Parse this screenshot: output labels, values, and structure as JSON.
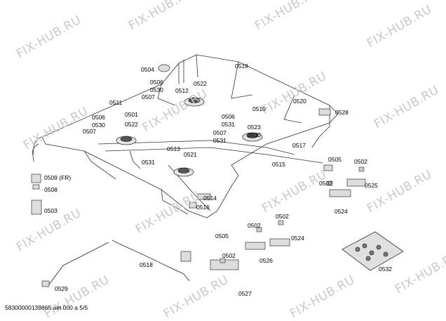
{
  "watermark_text": "FIX-HUB.RU",
  "footer_text": "58300000139865 aet 000 a 5/5",
  "part_labels": [
    "0504",
    "0519",
    "0506",
    "0512",
    "0530",
    "0522",
    "0507",
    "0511",
    "0501",
    "0506",
    "0510",
    "0520",
    "0528",
    "0530",
    "0522",
    "0531",
    "0507",
    "0506",
    "0523",
    "0530",
    "0531",
    "0507",
    "0517",
    "0513",
    "0521",
    "0531",
    "0515",
    "0505",
    "0502",
    "0509 (FR)",
    "0508",
    "0503",
    "0514",
    "0502",
    "0525",
    "0516",
    "0524",
    "0505",
    "0502",
    "0502",
    "0524",
    "0526",
    "0502",
    "0518",
    "0527",
    "0529",
    "0532"
  ]
}
